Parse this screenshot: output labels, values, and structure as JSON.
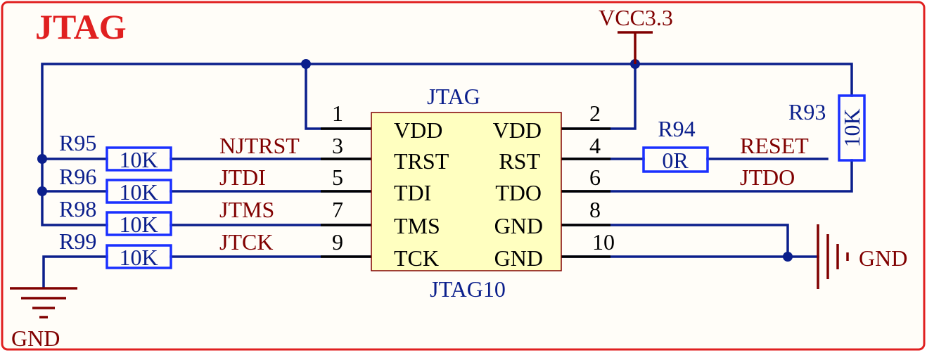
{
  "title": "JTAG",
  "power_label": "VCC3.3",
  "gnd_label": "GND",
  "connector": {
    "top_label": "JTAG",
    "bottom_label": "JTAG10",
    "left_pins": [
      {
        "num": "1",
        "name": "VDD"
      },
      {
        "num": "3",
        "name": "TRST"
      },
      {
        "num": "5",
        "name": "TDI"
      },
      {
        "num": "7",
        "name": "TMS"
      },
      {
        "num": "9",
        "name": "TCK"
      }
    ],
    "right_pins": [
      {
        "num": "2",
        "name": "VDD"
      },
      {
        "num": "4",
        "name": "RST"
      },
      {
        "num": "6",
        "name": "TDO"
      },
      {
        "num": "8",
        "name": "GND"
      },
      {
        "num": "10",
        "name": "GND"
      }
    ]
  },
  "nets": {
    "njtrst": "NJTRST",
    "jtdi": "JTDI",
    "jtms": "JTMS",
    "jtck": "JTCK",
    "reset": "RESET",
    "jtdo": "JTDO"
  },
  "resistors": {
    "r95": {
      "ref": "R95",
      "value": "10K"
    },
    "r96": {
      "ref": "R96",
      "value": "10K"
    },
    "r98": {
      "ref": "R98",
      "value": "10K"
    },
    "r99": {
      "ref": "R99",
      "value": "10K"
    },
    "r94": {
      "ref": "R94",
      "value": "0R"
    },
    "r93": {
      "ref": "R93",
      "value": "10K"
    }
  },
  "colors": {
    "border": "#e02020",
    "background": "#fffdf8",
    "wire": "#0b1f8c",
    "connector_fill": "#ffffc0",
    "net_text": "#800000",
    "ref_text": "#0b1f8c",
    "resistor": "#1a30ff",
    "power": "#800000"
  }
}
